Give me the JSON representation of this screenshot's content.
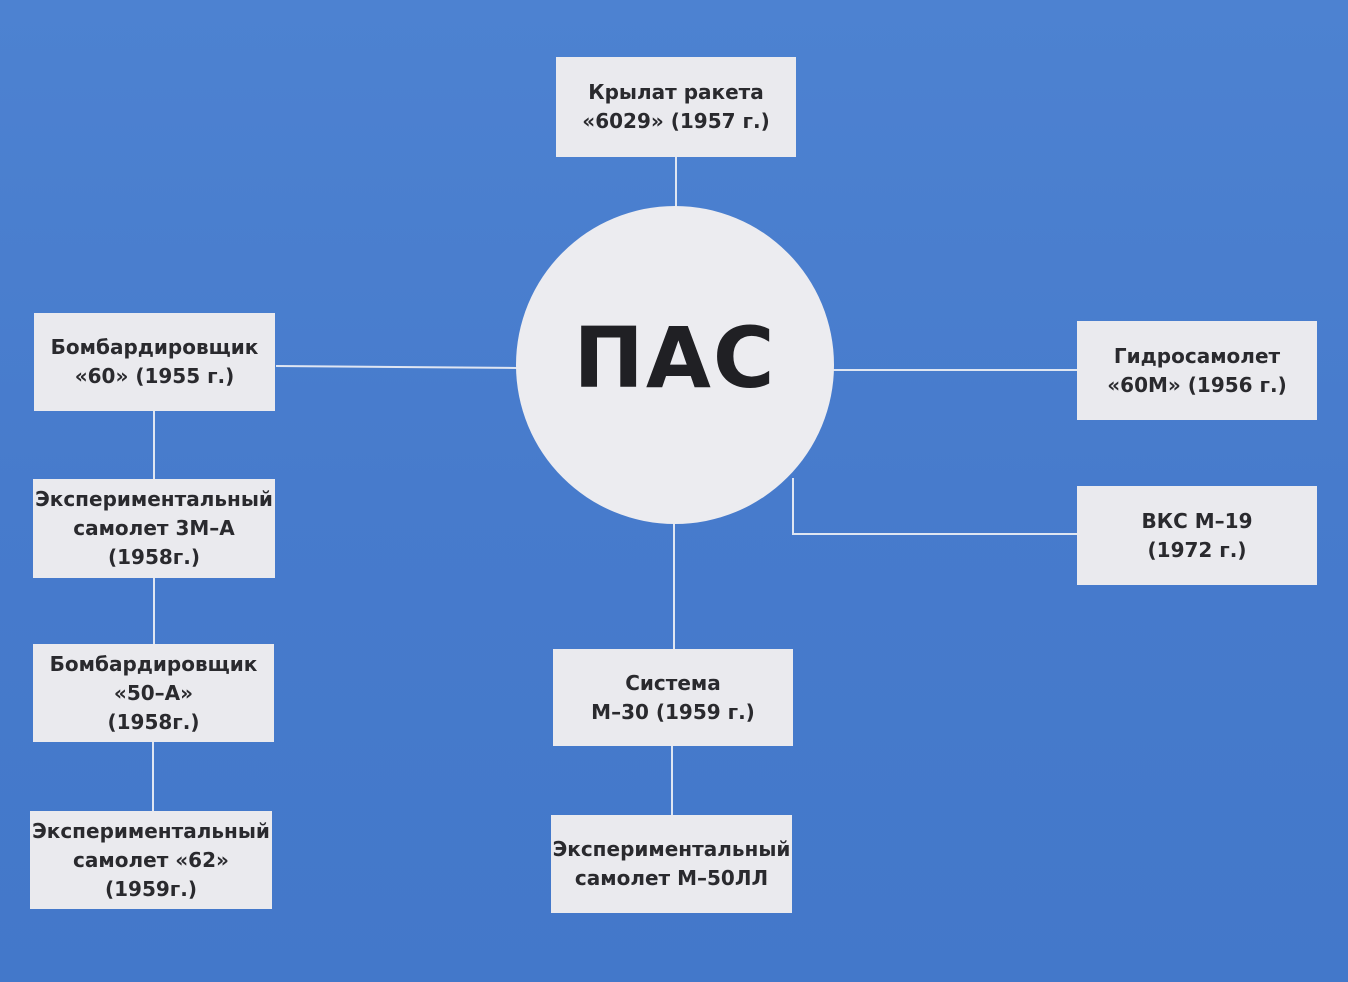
{
  "diagram": {
    "hub": {
      "label": "ПАС"
    },
    "nodes": [
      {
        "id": "cruise-missile",
        "lines": [
          "Крылат ракета",
          "«6029» (1957 г.)"
        ]
      },
      {
        "id": "bomber-60",
        "lines": [
          "Бомбардировщик",
          "«60» (1955 г.)"
        ]
      },
      {
        "id": "experimental-3ma",
        "lines": [
          "Экспериментальный",
          "самолет 3М–А",
          "(1958г.)"
        ]
      },
      {
        "id": "bomber-50a",
        "lines": [
          "Бомбардировщик",
          "«50–А»",
          "(1958г.)"
        ]
      },
      {
        "id": "experimental-62",
        "lines": [
          "Экспериментальный",
          "самолет «62»",
          "(1959г.)"
        ]
      },
      {
        "id": "seaplane-60m",
        "lines": [
          "Гидросамолет",
          "«60М» (1956 г.)"
        ]
      },
      {
        "id": "vks-m19",
        "lines": [
          "ВКС М–19",
          "(1972 г.)"
        ]
      },
      {
        "id": "system-m30",
        "lines": [
          "Система",
          "М–30 (1959 г.)"
        ]
      },
      {
        "id": "experimental-m50ll",
        "lines": [
          "Экспериментальный",
          "самолет М–50ЛЛ"
        ]
      }
    ]
  },
  "colors": {
    "background": "#4a7fcf",
    "box": "#eaeaee",
    "line": "#dfe6f2",
    "text": "#2a2a2e"
  }
}
